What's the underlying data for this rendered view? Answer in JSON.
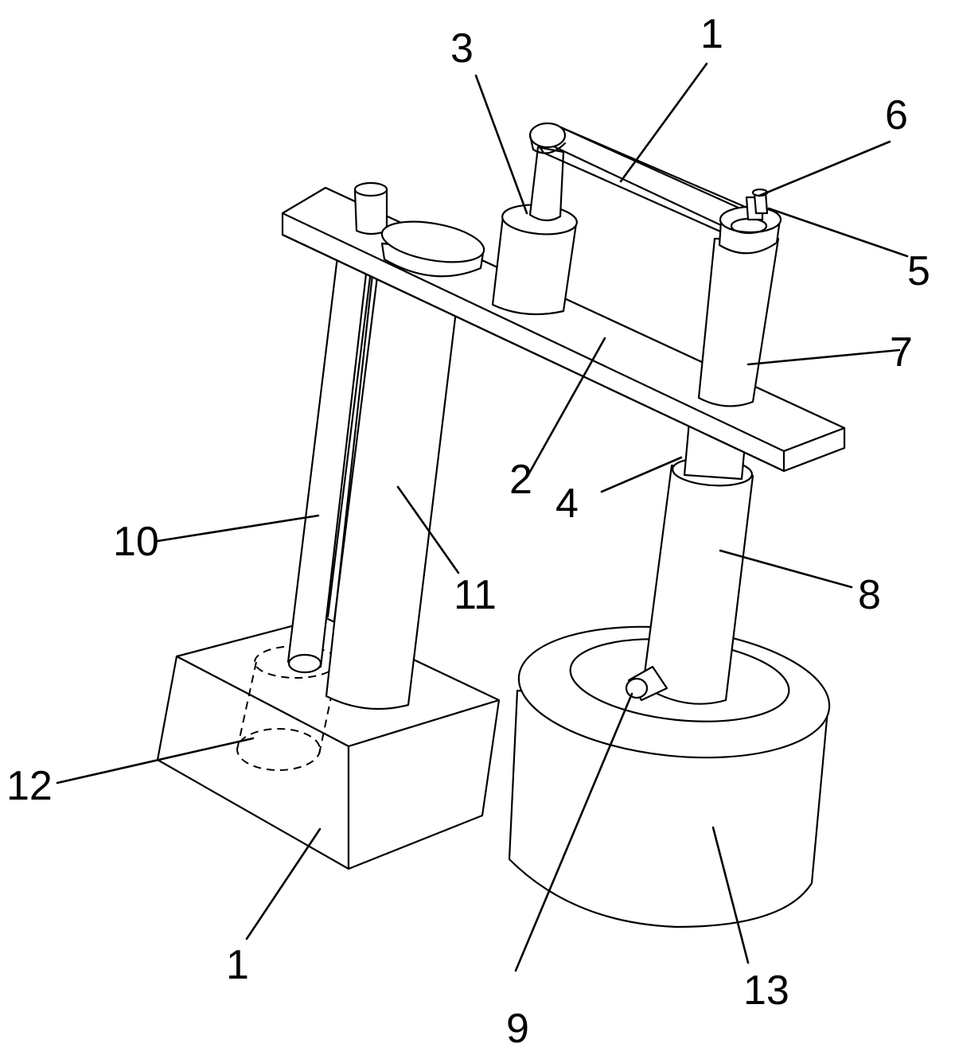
{
  "labels": {
    "base_left": "1",
    "top_belt": "1",
    "beam": "2",
    "upper_sleeve": "3",
    "lower_shaft": "4",
    "pulley_right": "5",
    "shaft_top": "6",
    "upper_cylinder": "7",
    "lower_cylinder": "8",
    "side_pin": "9",
    "rod": "10",
    "column": "11",
    "hidden_cylinder": "12",
    "round_base": "13"
  }
}
